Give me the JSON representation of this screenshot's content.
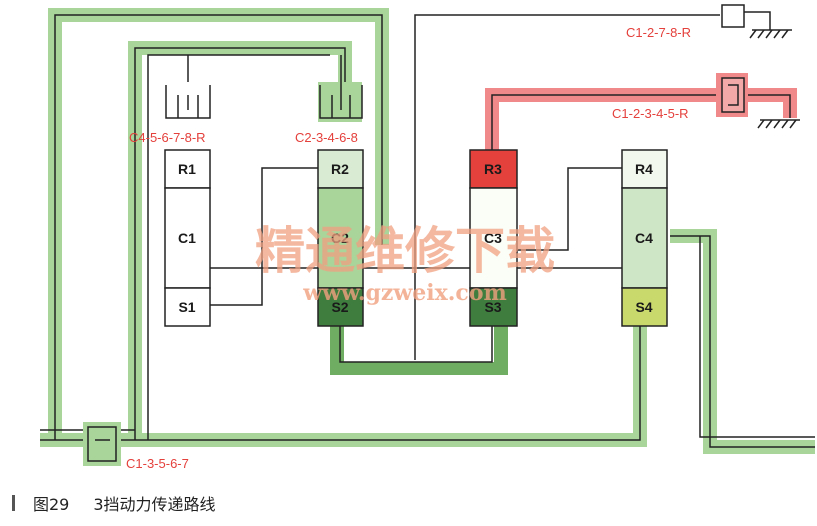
{
  "colors": {
    "path_green": "#a9d49a",
    "path_red": "#f08a8a",
    "dark_green": "#3e7d3e",
    "label_red": "#e4403c",
    "line": "#222222",
    "watermark": "#f0a080"
  },
  "brakes": {
    "c1_2_7_8_r": "C1-2-7-8-R",
    "c1_2_3_4_5_r": "C1-2-3-4-5-R",
    "c4_5_6_7_8_r": "C4-5-6-7-8-R",
    "c2_3_4_6_8": "C2-3-4-6-8"
  },
  "clutch": {
    "c1_3_5_6_7": "C1-3-5-6-7"
  },
  "gearsets": [
    {
      "ring": "R1",
      "carrier": "C1",
      "sun": "S1"
    },
    {
      "ring": "R2",
      "carrier": "C2",
      "sun": "S2"
    },
    {
      "ring": "R3",
      "carrier": "C3",
      "sun": "S3"
    },
    {
      "ring": "R4",
      "carrier": "C4",
      "sun": "S4"
    }
  ],
  "watermark": {
    "line1": "精通维修下载",
    "line2": "www.gzweix.com"
  },
  "caption": {
    "figure": "图29",
    "text": "3挡动力传递路线"
  }
}
